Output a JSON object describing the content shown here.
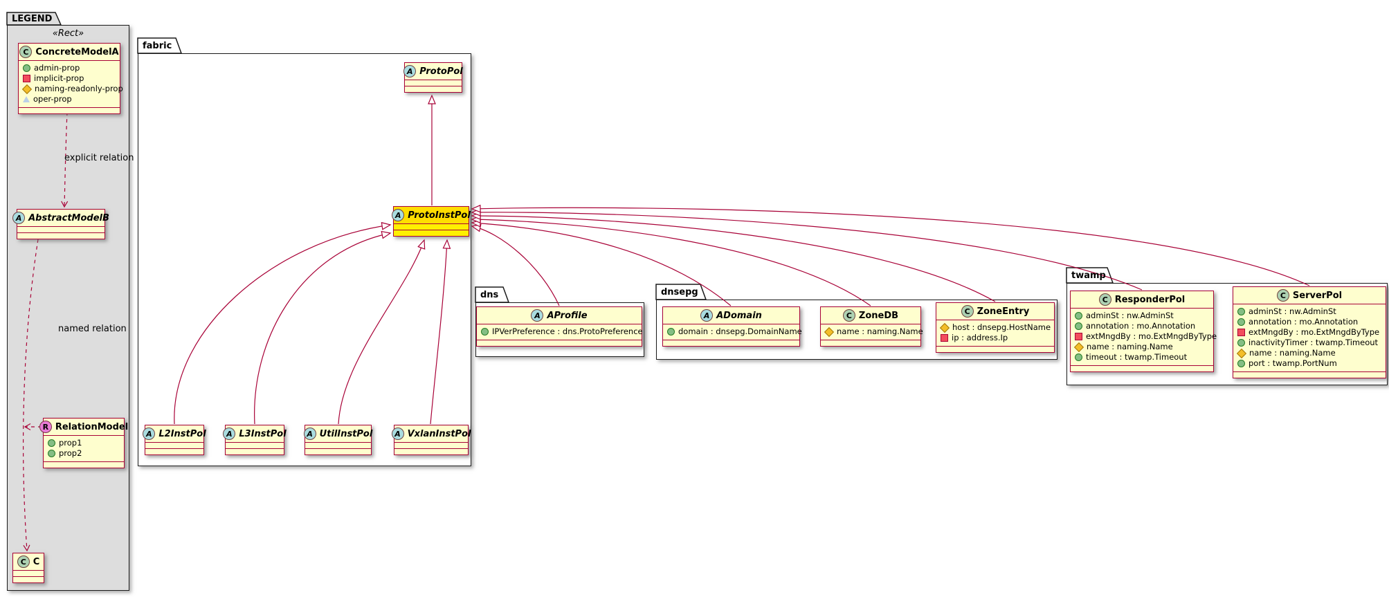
{
  "legend": {
    "package_label": "LEGEND",
    "stereotype": "«Rect»",
    "explicit_relation_label": "explicit relation",
    "named_relation_label": "named relation"
  },
  "packages": {
    "fabric": {
      "label": "fabric"
    },
    "dns": {
      "label": "dns"
    },
    "dnsepg": {
      "label": "dnsepg"
    },
    "twamp": {
      "label": "twamp"
    }
  },
  "classes": {
    "concreteModelA": {
      "spot": "C",
      "name": "ConcreteModelA",
      "attrs": [
        {
          "icon": "admin-prop-green-circle",
          "label": "admin-prop"
        },
        {
          "icon": "implicit-prop-red-square",
          "label": "implicit-prop"
        },
        {
          "icon": "naming-readonly-prop-orange-diamond",
          "label": "naming-readonly-prop"
        },
        {
          "icon": "oper-prop-triangle",
          "label": "oper-prop"
        }
      ]
    },
    "abstractModelB": {
      "spot": "A",
      "name": "AbstractModelB"
    },
    "relationModel": {
      "spot": "R",
      "name": "RelationModel",
      "attrs": [
        {
          "icon": "admin-prop-green-circle",
          "label": "prop1"
        },
        {
          "icon": "admin-prop-green-circle",
          "label": "prop2"
        }
      ]
    },
    "legendC": {
      "spot": "C",
      "name": "C"
    },
    "protoPol": {
      "spot": "A",
      "name": "ProtoPol"
    },
    "protoInstPol": {
      "spot": "A",
      "name": "ProtoInstPol",
      "highlighted": true
    },
    "l2InstPol": {
      "spot": "A",
      "name": "L2InstPol"
    },
    "l3InstPol": {
      "spot": "A",
      "name": "L3InstPol"
    },
    "utilInstPol": {
      "spot": "A",
      "name": "UtilInstPol"
    },
    "vxlanInstPol": {
      "spot": "A",
      "name": "VxlanInstPol"
    },
    "aProfile": {
      "spot": "A",
      "name": "AProfile",
      "attrs": [
        {
          "icon": "admin-prop-green-circle",
          "label": "IPVerPreference : dns.ProtoPreference"
        }
      ]
    },
    "aDomain": {
      "spot": "A",
      "name": "ADomain",
      "attrs": [
        {
          "icon": "admin-prop-green-circle",
          "label": "domain : dnsepg.DomainName"
        }
      ]
    },
    "zoneDB": {
      "spot": "C",
      "name": "ZoneDB",
      "attrs": [
        {
          "icon": "naming-readonly-prop-orange-diamond",
          "label": "name : naming.Name"
        }
      ]
    },
    "zoneEntry": {
      "spot": "C",
      "name": "ZoneEntry",
      "attrs": [
        {
          "icon": "naming-readonly-prop-orange-diamond",
          "label": "host : dnsepg.HostName"
        },
        {
          "icon": "implicit-prop-red-square",
          "label": "ip : address.Ip"
        }
      ]
    },
    "responderPol": {
      "spot": "C",
      "name": "ResponderPol",
      "attrs": [
        {
          "icon": "admin-prop-green-circle",
          "label": "adminSt : nw.AdminSt"
        },
        {
          "icon": "admin-prop-green-circle",
          "label": "annotation : mo.Annotation"
        },
        {
          "icon": "implicit-prop-red-square",
          "label": "extMngdBy : mo.ExtMngdByType"
        },
        {
          "icon": "naming-readonly-prop-orange-diamond",
          "label": "name : naming.Name"
        },
        {
          "icon": "admin-prop-green-circle",
          "label": "timeout : twamp.Timeout"
        }
      ]
    },
    "serverPol": {
      "spot": "C",
      "name": "ServerPol",
      "attrs": [
        {
          "icon": "admin-prop-green-circle",
          "label": "adminSt : nw.AdminSt"
        },
        {
          "icon": "admin-prop-green-circle",
          "label": "annotation : mo.Annotation"
        },
        {
          "icon": "implicit-prop-red-square",
          "label": "extMngdBy : mo.ExtMngdByType"
        },
        {
          "icon": "admin-prop-green-circle",
          "label": "inactivityTimer : twamp.Timeout"
        },
        {
          "icon": "naming-readonly-prop-orange-diamond",
          "label": "name : naming.Name"
        },
        {
          "icon": "admin-prop-green-circle",
          "label": "port : twamp.PortNum"
        }
      ]
    }
  },
  "icons": {
    "admin-prop-green-circle": "green filled circle",
    "implicit-prop-red-square": "red filled square",
    "naming-readonly-prop-orange-diamond": "orange diamond",
    "oper-prop-triangle": "outlined triangle",
    "spot-C": "concrete class circle letter C",
    "spot-A": "abstract class circle letter A",
    "spot-R": "relation class circle letter R"
  },
  "colors": {
    "edge_line": "#A80036",
    "class_bg": "#FEFECE",
    "highlight_bg": "#FFF000",
    "legend_bg": "#DDDDDD",
    "spot_concrete": "#ADD1B2",
    "spot_abstract": "#A9DCDF",
    "spot_relation": "#E87BD6"
  }
}
